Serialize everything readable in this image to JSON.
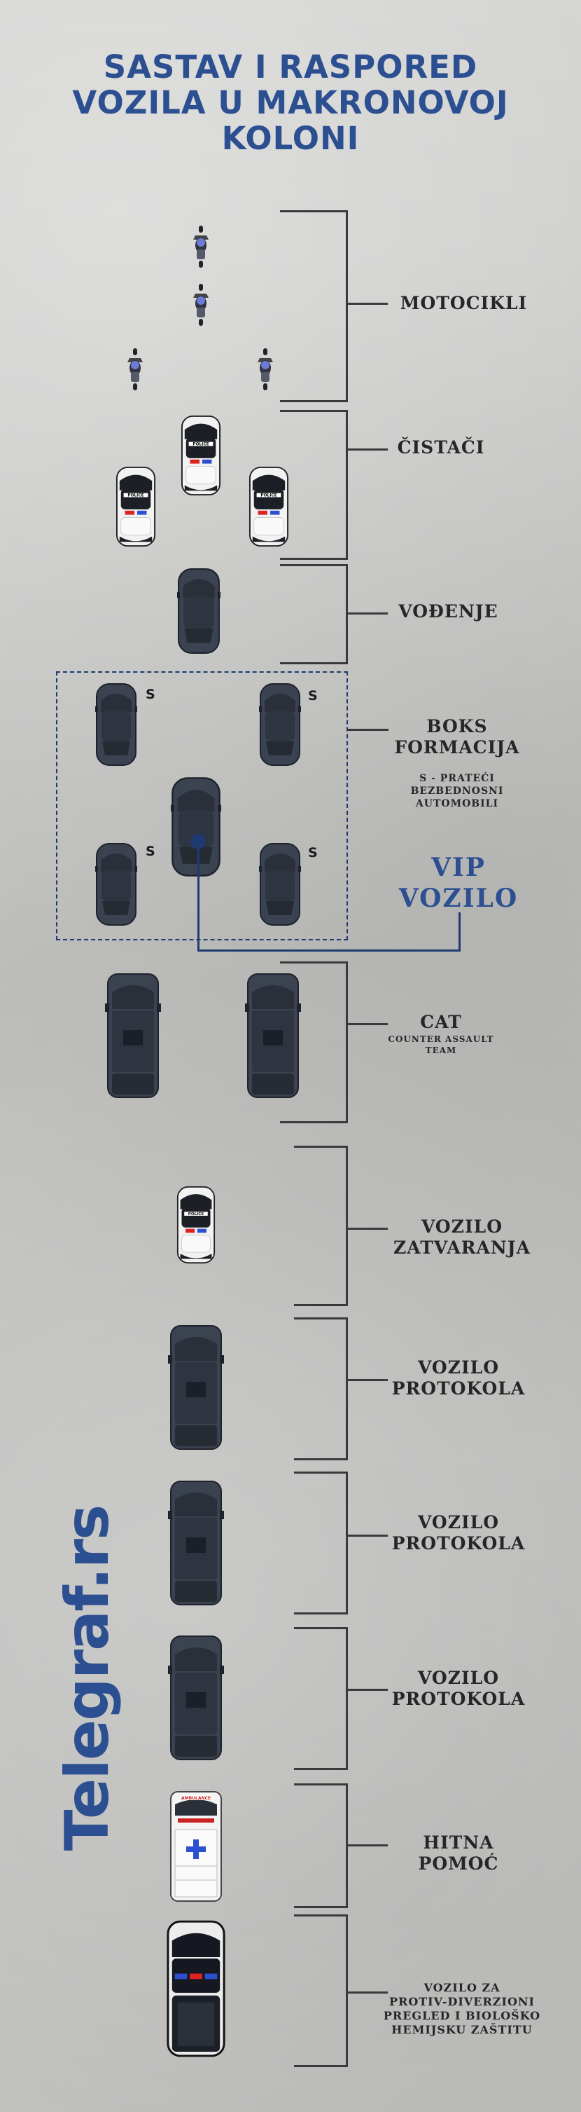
{
  "title": {
    "line1": "SASTAV I RASPORED",
    "line2": "VOZILA U MAKRONOVOJ",
    "line3": "KOLONI"
  },
  "sections": {
    "motocikli": "MOTOCIKLI",
    "cistaci": "ČISTAČI",
    "vodjenje": "VOĐENJE",
    "boks_line1": "BOKS",
    "boks_line2": "FORMACIJA",
    "boks_note1": "S - PRATEĆI",
    "boks_note2": "BEZBEDNOSNI",
    "boks_note3": "AUTOMOBILI",
    "vip_line1": "VIP",
    "vip_line2": "VOZILO",
    "cat": "CAT",
    "cat_sub1": "COUNTER ASSAULT",
    "cat_sub2": "TEAM",
    "zatvaranje_line1": "VOZILO",
    "zatvaranje_line2": "ZATVARANJA",
    "protokol1_line1": "VOZILO",
    "protokol1_line2": "PROTOKOLA",
    "protokol2_line1": "VOZILO",
    "protokol2_line2": "PROTOKOLA",
    "protokol3_line1": "VOZILO",
    "protokol3_line2": "PROTOKOLA",
    "hitna_line1": "HITNA",
    "hitna_line2": "POMOĆ",
    "last_line1": "VOZILO ZA",
    "last_line2": "PROTIV-DIVERZIONI",
    "last_line3": "PREGLED I BIOLOŠKO",
    "last_line4": "HEMIJSKU ZAŠTITU"
  },
  "s_marker": "S",
  "police_text": "POLICE",
  "ambulance_text": "AMBULANCE",
  "watermark": "Telegraf.rs",
  "colors": {
    "title_blue": "#2c4f91",
    "car_dark": "#3b4250",
    "police_white": "#f2f2f2",
    "bracket": "#3a3a3a",
    "vip_line": "#1f3a70"
  }
}
